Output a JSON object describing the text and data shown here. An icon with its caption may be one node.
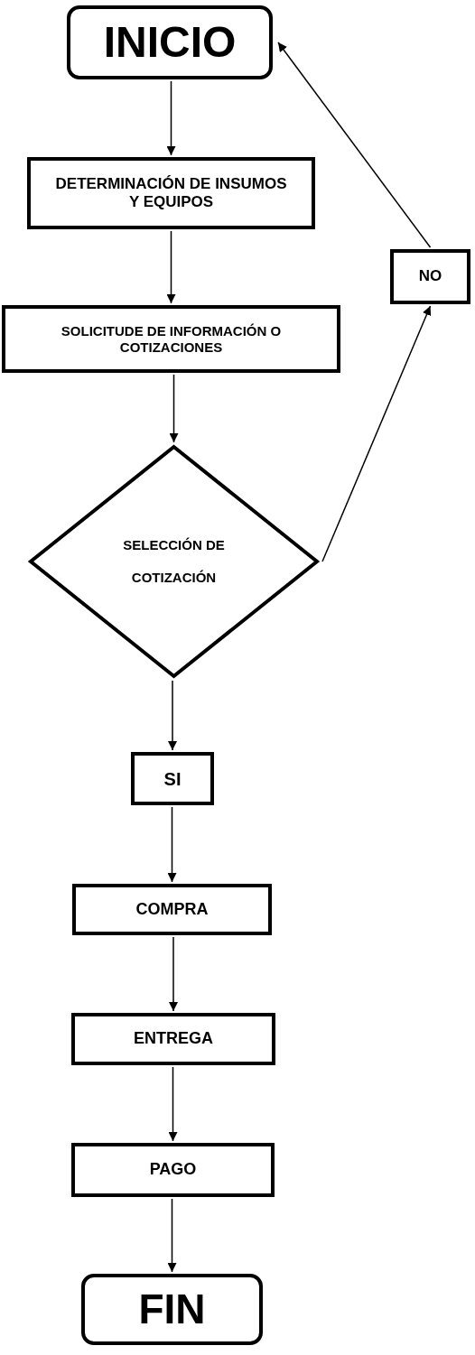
{
  "diagram": {
    "nodes": [
      {
        "text": [
          "INICIO"
        ]
      },
      {
        "text": [
          "DETERMINACIÓN DE INSUMOS Y EQUIPOS"
        ]
      },
      {
        "text": [
          "SOLICITUDE DE INFORMACIÓN O COTIZACIONES"
        ]
      },
      {
        "text": [
          "SELECCIÓN DE COTIZACIÓN"
        ]
      },
      {
        "text": [
          "SI"
        ]
      },
      {
        "text": [
          "COMPRA"
        ]
      },
      {
        "text": [
          "ENTREGA"
        ]
      },
      {
        "text": [
          "PAGO"
        ]
      },
      {
        "text": [
          "FIN"
        ]
      },
      {
        "text": [
          "NO"
        ]
      }
    ],
    "edges": [
      {
        "from": 0,
        "to": 1,
        "arrow": "to"
      },
      {
        "from": 1,
        "to": 2,
        "arrow": "to"
      },
      {
        "from": 2,
        "to": 3,
        "arrow": "to"
      },
      {
        "from": 3,
        "to": 4,
        "arrow": "to"
      },
      {
        "from": 4,
        "to": 5,
        "arrow": "to"
      },
      {
        "from": 5,
        "to": 6,
        "arrow": "to"
      },
      {
        "from": 6,
        "to": 7,
        "arrow": "to"
      },
      {
        "from": 7,
        "to": 8,
        "arrow": "to"
      },
      {
        "from": 3,
        "to": 9,
        "arrow": "to"
      },
      {
        "from": 9,
        "to": 0,
        "arrow": "to"
      }
    ]
  }
}
